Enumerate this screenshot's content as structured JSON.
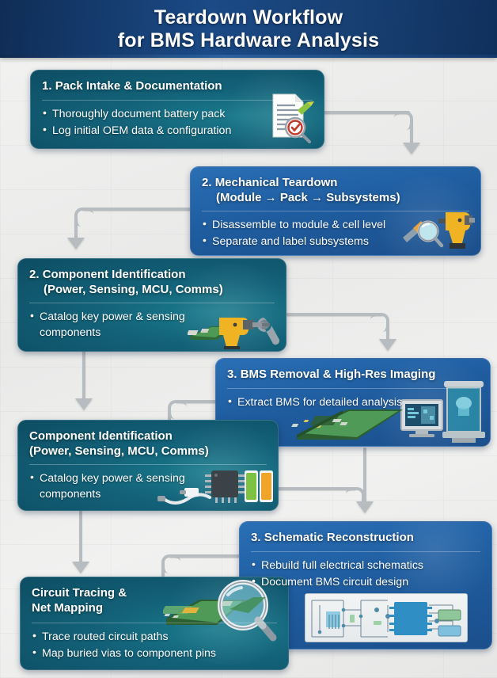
{
  "header": {
    "title_line1": "Teardown Workflow",
    "title_line2": "for BMS Hardware Analysis",
    "background_color": "#16417a",
    "text_color": "#ffffff"
  },
  "theme": {
    "teal_box_color": "#126278",
    "blue_box_color": "#1f5da0",
    "connector_color": "#b7bcc0",
    "page_background": "#ececed"
  },
  "steps": [
    {
      "id": "step-1",
      "number": "1.",
      "title": "Pack Intake & Documentation",
      "subtitle": "",
      "style": "teal",
      "icon": "document-magnifier-icon",
      "bullets": [
        "Thoroughly document battery pack",
        "Log initial OEM data & configuration"
      ]
    },
    {
      "id": "step-2",
      "number": "2.",
      "title": "Mechanical Teardown",
      "subtitle": "(Module → Pack → Subsystems)",
      "style": "blue",
      "icon": "drill-magnifier-icon",
      "bullets": [
        "Disassemble to module & cell level",
        "Separate and label subsystems"
      ]
    },
    {
      "id": "step-3",
      "number": "2.",
      "title": "Component Identification",
      "subtitle": "(Power, Sensing, MCU, Comms)",
      "style": "teal",
      "icon": "pcb-drill-wrench-icon",
      "bullets": [
        "Catalog key power & sensing components"
      ]
    },
    {
      "id": "step-4",
      "number": "3.",
      "title": "BMS Removal & High-Res Imaging",
      "subtitle": "",
      "style": "blue",
      "icon": "pcb-scanner-monitor-icon",
      "bullets": [
        "Extract BMS for detailed analysis"
      ]
    },
    {
      "id": "step-5",
      "number": "",
      "title": "Component Identification",
      "subtitle": "(Power, Sensing, MCU, Comms)",
      "style": "teal",
      "icon": "chip-battery-cable-icon",
      "bullets": [
        "Catalog key power & sensing components"
      ]
    },
    {
      "id": "step-6",
      "number": "3.",
      "title": "Schematic Reconstruction",
      "subtitle": "",
      "style": "blue",
      "icon": "circuit-schematic-icon",
      "bullets": [
        "Rebuild full electrical schematics",
        "Document BMS circuit design"
      ]
    },
    {
      "id": "step-7",
      "number": "",
      "title": "Circuit Tracing &",
      "subtitle": "Net Mapping",
      "style": "teal",
      "icon": "pcb-magnifier-icon",
      "bullets": [
        "Trace routed circuit paths",
        "Map buried vias to component pins"
      ]
    }
  ],
  "connectors": [
    {
      "name": "connector-step1-to-step2",
      "from": "step-1",
      "to": "step-2",
      "shape": "elbow-right-down"
    },
    {
      "name": "connector-step2-to-step3",
      "from": "step-2",
      "to": "step-3",
      "shape": "elbow-left-down"
    },
    {
      "name": "connector-step3-to-step4",
      "from": "step-3",
      "to": "step-4",
      "shape": "elbow-right-down"
    },
    {
      "name": "connector-step3-to-step5",
      "from": "step-3",
      "to": "step-5",
      "shape": "straight-down"
    },
    {
      "name": "connector-step4-to-step5",
      "from": "step-4",
      "to": "step-5",
      "shape": "elbow-left-down"
    },
    {
      "name": "connector-step4-to-step6",
      "from": "step-4",
      "to": "step-6",
      "shape": "straight-down"
    },
    {
      "name": "connector-step5-to-step6",
      "from": "step-5",
      "to": "step-6",
      "shape": "elbow-right-down"
    },
    {
      "name": "connector-step5-to-step7",
      "from": "step-5",
      "to": "step-7",
      "shape": "straight-down"
    },
    {
      "name": "connector-step6-to-step7",
      "from": "step-6",
      "to": "step-7",
      "shape": "elbow-left-down"
    }
  ]
}
